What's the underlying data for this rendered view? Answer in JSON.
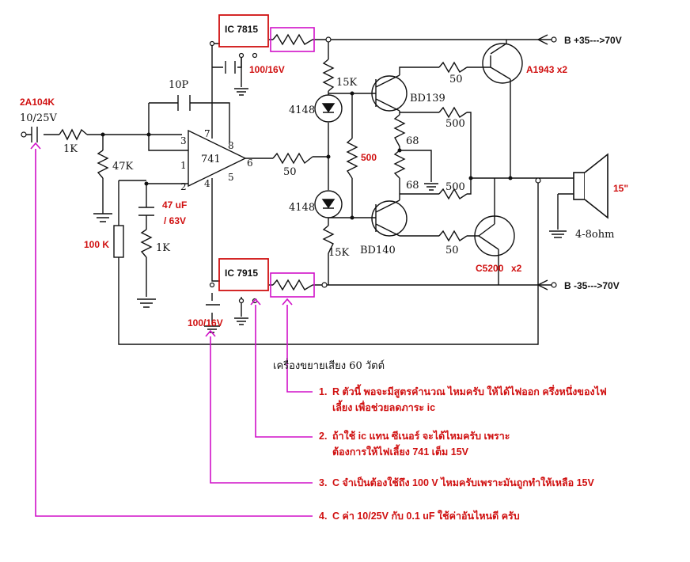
{
  "labels": {
    "ic7815": "IC 7815",
    "ic7915": "IC 7915",
    "cap_top": "100/16V",
    "cap_bot": "100/16V",
    "c_in_code": "2A104K",
    "c_in_val": "10/25V",
    "r_in": "1K",
    "r_47k": "47K",
    "c_10p": "10P",
    "opamp": "741",
    "pin7": "7",
    "pin3": "3",
    "pin8": "8",
    "pin1": "1",
    "pin6": "6",
    "pin2": "2",
    "pin4": "4",
    "pin5": "5",
    "r_50_out": "50",
    "c_47u": "47 uF",
    "c_47u_v": "/ 63V",
    "r_1k_fb": "1K",
    "r_100k": "100 K",
    "d_top": "4148",
    "d_bot": "4148",
    "r_15k_top": "15K",
    "r_15k_bot": "15K",
    "r_500_mid": "500",
    "q_bd139": "BD139",
    "q_bd140": "BD140",
    "r_50_a": "50",
    "r_50_c": "50",
    "r_500_a": "500",
    "r_500_b": "500",
    "r_68_a": "68",
    "r_68_b": "68",
    "q_a1943": "A1943 x2",
    "q_c5200": "C5200",
    "q_c5200_x": "x2",
    "vplus": "B +35--->70V",
    "vminus": "B -35--->70V",
    "speaker": "15\"",
    "speaker_ohm": "4-8ohm",
    "caption": "เครื่องขยายเสียง 60 วัตต์"
  },
  "notes": [
    {
      "num": "1.",
      "line1": "R ตัวนี้ พอจะมีสูตรคำนวณ ไหมครับ ให้ได้ไฟออก ครึ่งหนึ่งของไฟ",
      "line2": "เลี้ยง เพื่อช่วยลดภาระ ic"
    },
    {
      "num": "2.",
      "line1": "ถ้าใช้ ic แทน ซีเนอร์  จะได้ไหมครับ  เพราะ",
      "line2": "ต้องการให้ไฟเลี้ยง 741 เต็ม 15V"
    },
    {
      "num": "3.",
      "line1": "C จำเป็นต้องใช้ถึง 100 V ไหมครับเพราะมันถูกทำให้เหลือ 15V",
      "line2": ""
    },
    {
      "num": "4.",
      "line1": "C ค่า 10/25V  กับ  0.1 uF  ใช้ค่าอันไหนดี ครับ",
      "line2": ""
    }
  ],
  "colors": {
    "accent": "#d01010",
    "pointer": "#d010c8",
    "ink": "#111111"
  }
}
